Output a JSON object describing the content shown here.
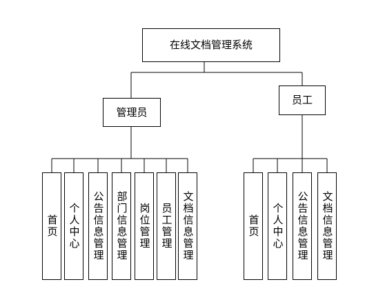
{
  "root": {
    "label": "在线文档管理系统"
  },
  "branches": [
    {
      "id": "admin",
      "label": "管理员",
      "children": [
        "首页",
        "个人中心",
        "公告信息管理",
        "部门信息管理",
        "岗位管理",
        "员工管理",
        "文档信息管理"
      ]
    },
    {
      "id": "employee",
      "label": "员工",
      "children": [
        "首页",
        "个人中心",
        "公告信息管理",
        "文档信息管理"
      ]
    }
  ]
}
